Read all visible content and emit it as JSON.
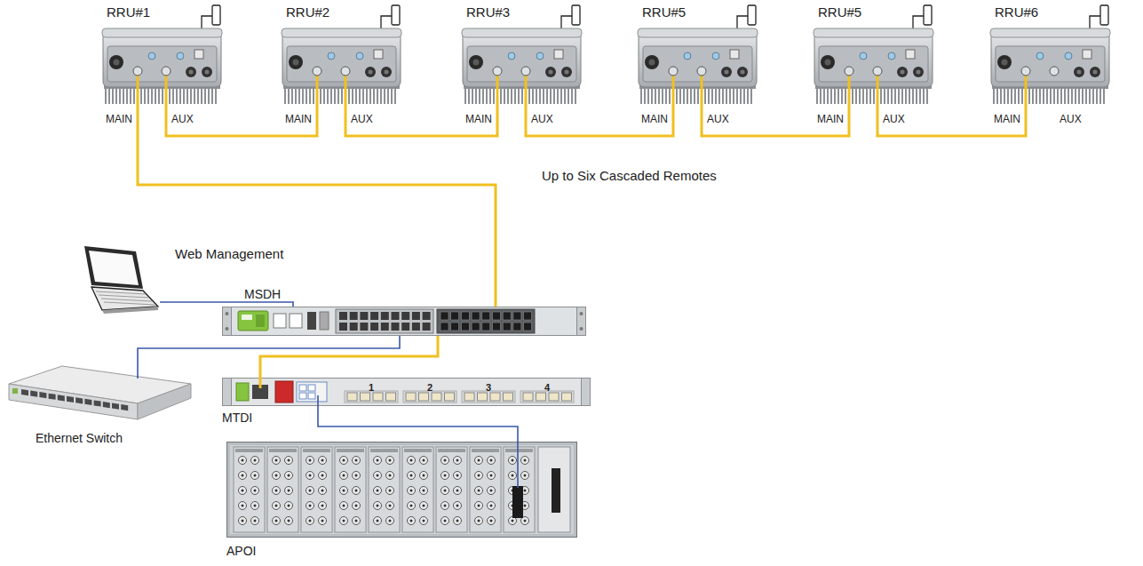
{
  "diagram": {
    "nodes": [
      {
        "text": [
          "RRU#1"
        ]
      },
      {
        "text": [
          "RRU#2"
        ]
      },
      {
        "text": [
          "RRU#3"
        ]
      },
      {
        "text": [
          "RRU#5"
        ]
      },
      {
        "text": [
          "RRU#5"
        ]
      },
      {
        "text": [
          "RRU#6"
        ]
      },
      {
        "text": [
          "Web Management"
        ]
      },
      {
        "text": [
          "MSDH"
        ]
      },
      {
        "text": [
          "Ethernet Switch"
        ]
      },
      {
        "text": [
          "MTDI",
          "1",
          "2",
          "3",
          "4"
        ]
      },
      {
        "text": [
          "APOI"
        ]
      }
    ],
    "edges": [
      {
        "from": 0,
        "to": 1,
        "arrow": "none"
      },
      {
        "from": 1,
        "to": 2,
        "arrow": "none"
      },
      {
        "from": 2,
        "to": 3,
        "arrow": "none"
      },
      {
        "from": 3,
        "to": 4,
        "arrow": "none"
      },
      {
        "from": 4,
        "to": 5,
        "arrow": "none"
      },
      {
        "from": 0,
        "to": 7,
        "arrow": "none"
      },
      {
        "from": 6,
        "to": 7,
        "arrow": "none"
      },
      {
        "from": 7,
        "to": 8,
        "arrow": "none"
      },
      {
        "from": 7,
        "to": 9,
        "arrow": "none"
      },
      {
        "from": 9,
        "to": 10,
        "arrow": "none"
      }
    ],
    "labels": [
      "MAIN",
      "AUX",
      "MAIN",
      "AUX",
      "MAIN",
      "AUX",
      "MAIN",
      "AUX",
      "MAIN",
      "AUX",
      "MAIN",
      "AUX",
      "Up to Six Cascaded Remotes"
    ]
  }
}
